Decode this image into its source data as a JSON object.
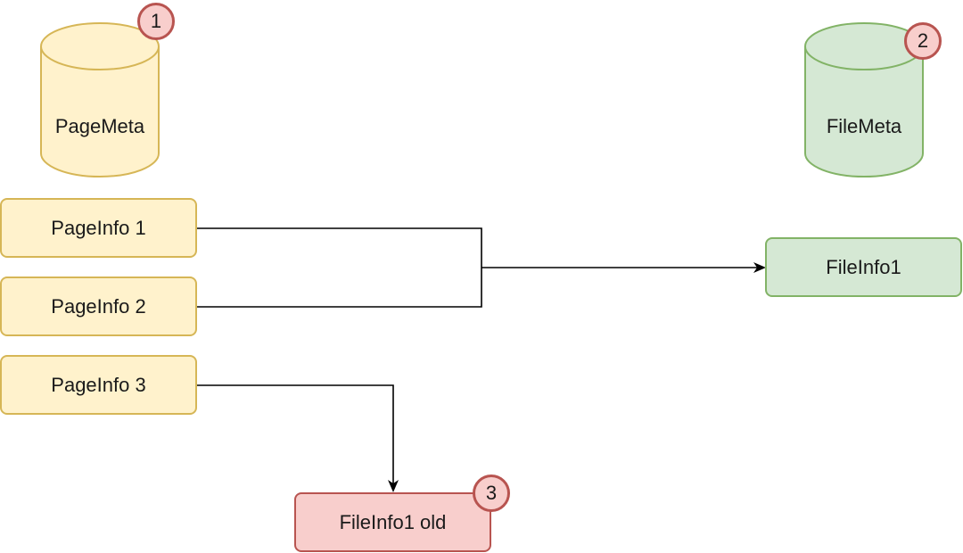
{
  "cylinders": {
    "page_meta": {
      "label": "PageMeta",
      "fill": "#fff2cc",
      "stroke": "#d6b656"
    },
    "file_meta": {
      "label": "FileMeta",
      "fill": "#d5e8d4",
      "stroke": "#82b366"
    }
  },
  "boxes": {
    "page_info_1": "PageInfo 1",
    "page_info_2": "PageInfo 2",
    "page_info_3": "PageInfo 3",
    "file_info_1": "FileInfo1",
    "file_info_1_old": "FileInfo1 old"
  },
  "badges": {
    "page_meta": "1",
    "file_meta": "2",
    "file_info_old": "3"
  },
  "colors": {
    "yellow_fill": "#fff2cc",
    "yellow_stroke": "#d6b656",
    "green_fill": "#d5e8d4",
    "green_stroke": "#82b366",
    "red_fill": "#f8cecc",
    "red_stroke": "#b85450",
    "connector": "#000000"
  }
}
